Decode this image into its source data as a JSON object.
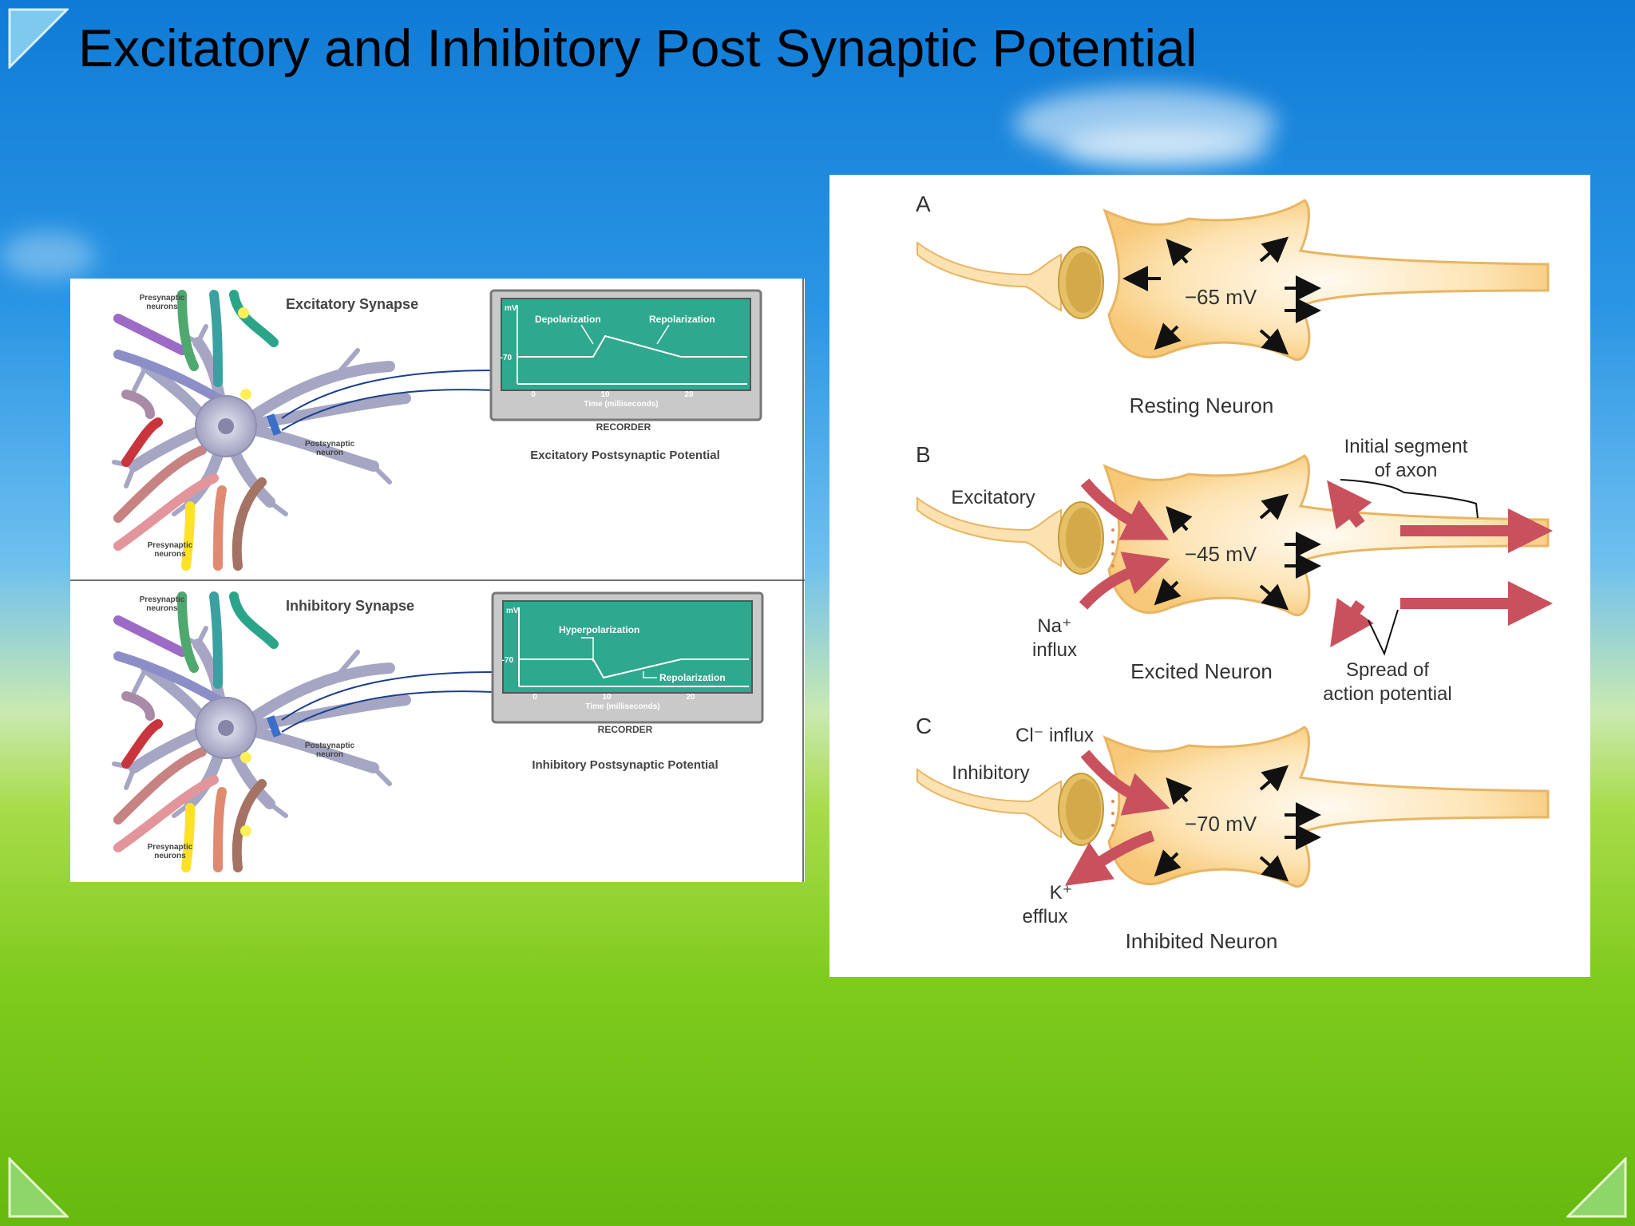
{
  "slide": {
    "title": "Excitatory and Inhibitory Post Synaptic Potential"
  },
  "left_figure": {
    "excitatory": {
      "synapse_label": "Excitatory Synapse",
      "presynaptic_top": [
        "Presynaptic",
        "neurons"
      ],
      "presynaptic_bottom": [
        "Presynaptic",
        "neurons"
      ],
      "postsynaptic": [
        "Postsynaptic",
        "neuron"
      ],
      "graph": {
        "ylabel": "mV",
        "y_tick": "-70",
        "x_ticks": [
          "0",
          "10",
          "20"
        ],
        "xlabel": "Time (milliseconds)",
        "annotation_1": "Depolarization",
        "annotation_2": "Repolarization"
      },
      "recorder": "RECORDER",
      "caption": "Excitatory Postsynaptic Potential"
    },
    "inhibitory": {
      "synapse_label": "Inhibitory Synapse",
      "presynaptic_top": [
        "Presynaptic",
        "neurons"
      ],
      "presynaptic_bottom": [
        "Presynaptic",
        "neurons"
      ],
      "postsynaptic": [
        "Postsynaptic",
        "neuron"
      ],
      "graph": {
        "ylabel": "mV",
        "y_tick": "-70",
        "x_ticks": [
          "0",
          "10",
          "20"
        ],
        "xlabel": "Time (milliseconds)",
        "annotation_1": "Hyperpolarization",
        "annotation_2": "Repolarization"
      },
      "recorder": "RECORDER",
      "caption": "Inhibitory Postsynaptic Potential"
    }
  },
  "right_figure": {
    "a": {
      "letter": "A",
      "voltage": "−65 mV",
      "caption": "Resting Neuron"
    },
    "b": {
      "letter": "B",
      "voltage": "−45 mV",
      "caption": "Excited Neuron",
      "input_label": "Excitatory",
      "ion_label": [
        "Na⁺",
        "influx"
      ],
      "axon_label": [
        "Initial segment",
        "of axon"
      ],
      "spread_label": [
        "Spread of",
        "action potential"
      ]
    },
    "c": {
      "letter": "C",
      "voltage": "−70 mV",
      "caption": "Inhibited Neuron",
      "input_label": "Inhibitory",
      "ion_in_label": "Cl⁻ influx",
      "ion_out_label": [
        "K⁺",
        "efflux"
      ]
    }
  },
  "colors": {
    "recorder_screen": "#2ea88e",
    "neuron_body": "#f9d89a",
    "ion_arrow": "#c9515e"
  }
}
